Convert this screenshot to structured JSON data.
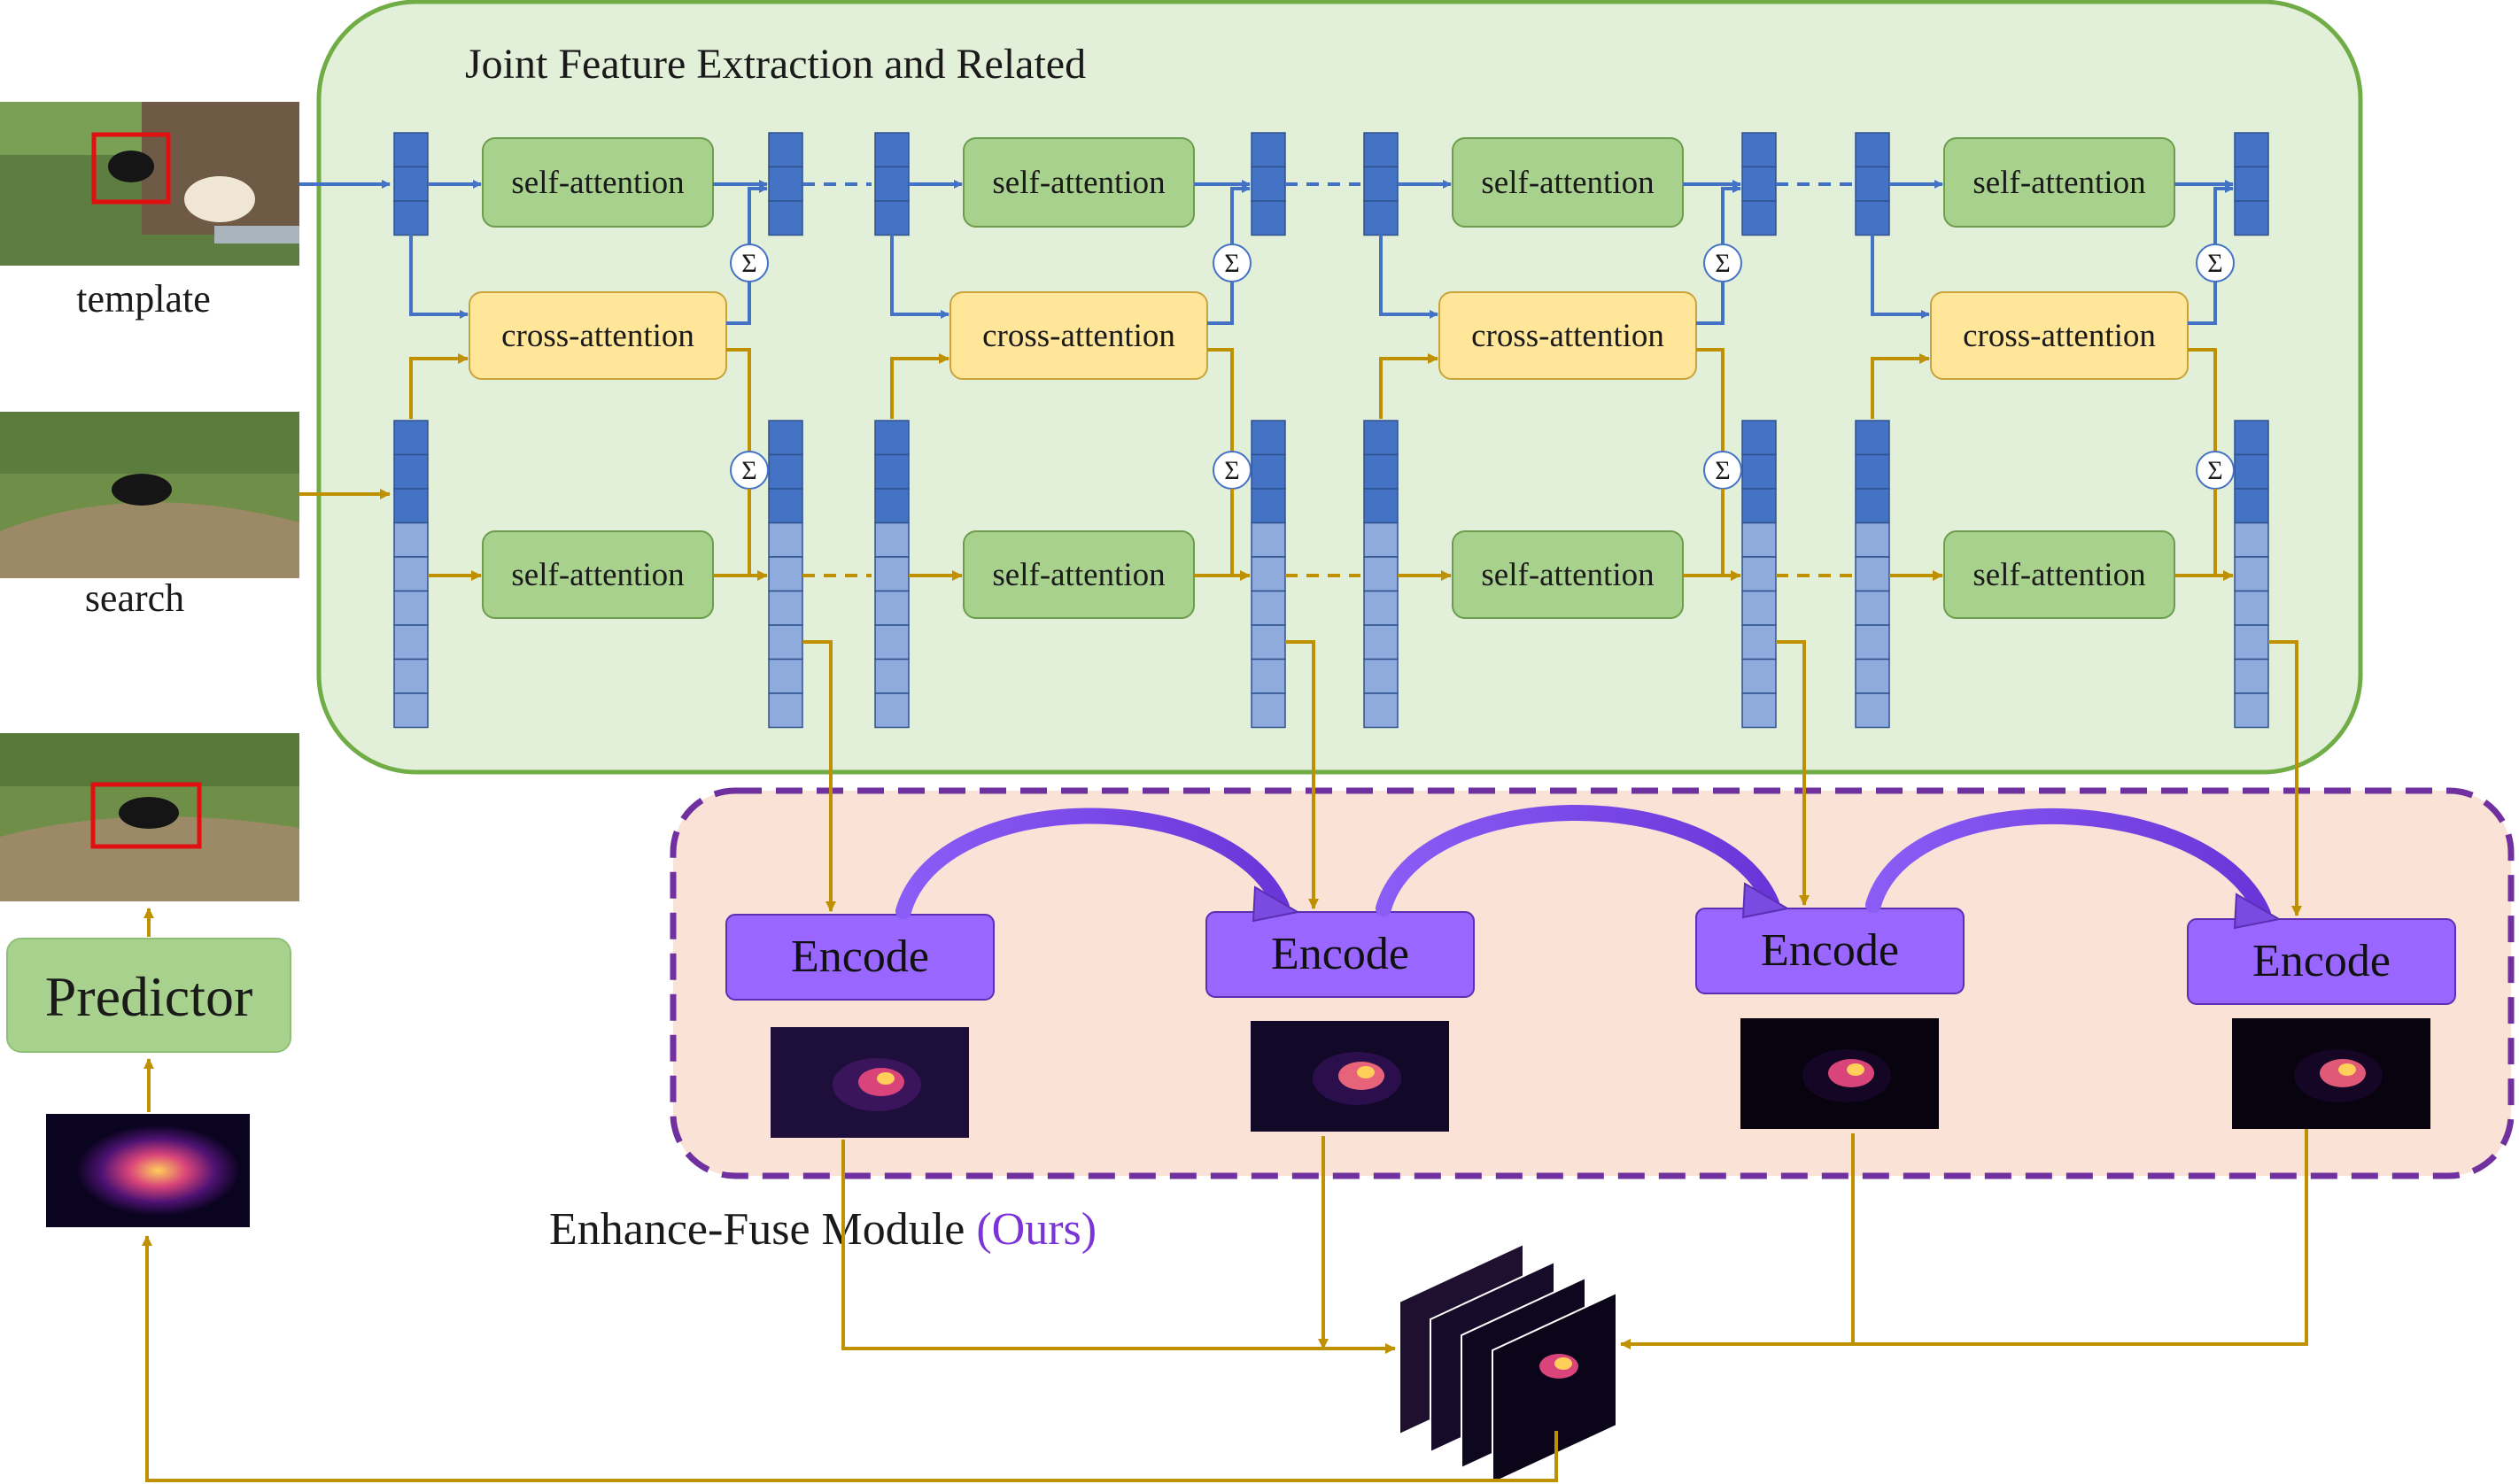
{
  "title": "Joint Feature Extraction and Related",
  "inputs": {
    "template": "template",
    "search": "search"
  },
  "blocks": {
    "self_attention": "self-attention",
    "cross_attention": "cross-attention",
    "sum_symbol": "Σ"
  },
  "stages": 4,
  "encoder": {
    "label": "Encode",
    "module_label": "Enhance-Fuse Module",
    "ours_label": "(Ours)"
  },
  "predictor": {
    "label": "Predictor"
  },
  "colors": {
    "joint_bg": "#e2efd9",
    "joint_border": "#70ad47",
    "module_bg": "#fae3d6",
    "module_border": "#7030a0",
    "self_attention": "#a9d18e",
    "cross_attention": "#ffe699",
    "encode": "#9966ff",
    "template_token": "#4472c4",
    "search_token": "#8faadc",
    "template_arrow": "#4472c4",
    "search_arrow": "#bf9000",
    "ours_text": "#7b35d6"
  },
  "icons": [
    "template-image",
    "search-image",
    "result-image",
    "heatmap",
    "sum-icon",
    "curved-arrow-icon"
  ]
}
